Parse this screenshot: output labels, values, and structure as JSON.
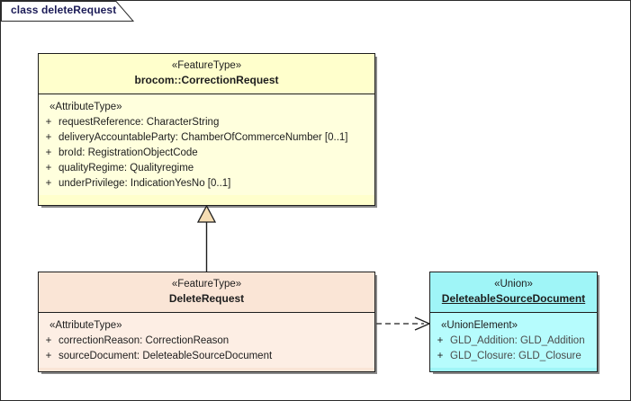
{
  "diagram": {
    "frame_label": "class deleteRequest",
    "colors": {
      "featuretype_fill": "#ffffcc",
      "subclass_fill": "#fae5d6",
      "union_fill": "#9ff5f7",
      "line": "#1d1d1d",
      "generalization_arrow_fill": "#f5ddb3",
      "frame_label_text": "#1b1b57"
    }
  },
  "classes": [
    {
      "id": "correction-request",
      "stereotype": "«FeatureType»",
      "name": "brocom::CorrectionRequest",
      "section_stereotype": "«AttributeType»",
      "attributes": [
        {
          "visibility": "+",
          "text": "requestReference: CharacterString"
        },
        {
          "visibility": "+",
          "text": "deliveryAccountableParty: ChamberOfCommerceNumber [0..1]"
        },
        {
          "visibility": "+",
          "text": "broId: RegistrationObjectCode"
        },
        {
          "visibility": "+",
          "text": "qualityRegime: Qualityregime"
        },
        {
          "visibility": "+",
          "text": "underPrivilege: IndicationYesNo [0..1]"
        }
      ]
    },
    {
      "id": "delete-request",
      "stereotype": "«FeatureType»",
      "name": "DeleteRequest",
      "section_stereotype": "«AttributeType»",
      "attributes": [
        {
          "visibility": "+",
          "text": "correctionReason: CorrectionReason"
        },
        {
          "visibility": "+",
          "text": "sourceDocument: DeleteableSourceDocument"
        }
      ]
    },
    {
      "id": "deleteable-source-document",
      "stereotype": "«Union»",
      "name": "DeleteableSourceDocument",
      "section_stereotype": "«UnionElement»",
      "attributes": [
        {
          "visibility": "+",
          "text": "GLD_Addition: GLD_Addition"
        },
        {
          "visibility": "+",
          "text": "GLD_Closure: GLD_Closure"
        }
      ]
    }
  ],
  "relationships": [
    {
      "type": "generalization",
      "from": "delete-request",
      "to": "correction-request",
      "style": "solid-hollow-triangle"
    },
    {
      "type": "dependency",
      "from": "delete-request",
      "to": "deleteable-source-document",
      "style": "dashed-open-arrow"
    }
  ]
}
